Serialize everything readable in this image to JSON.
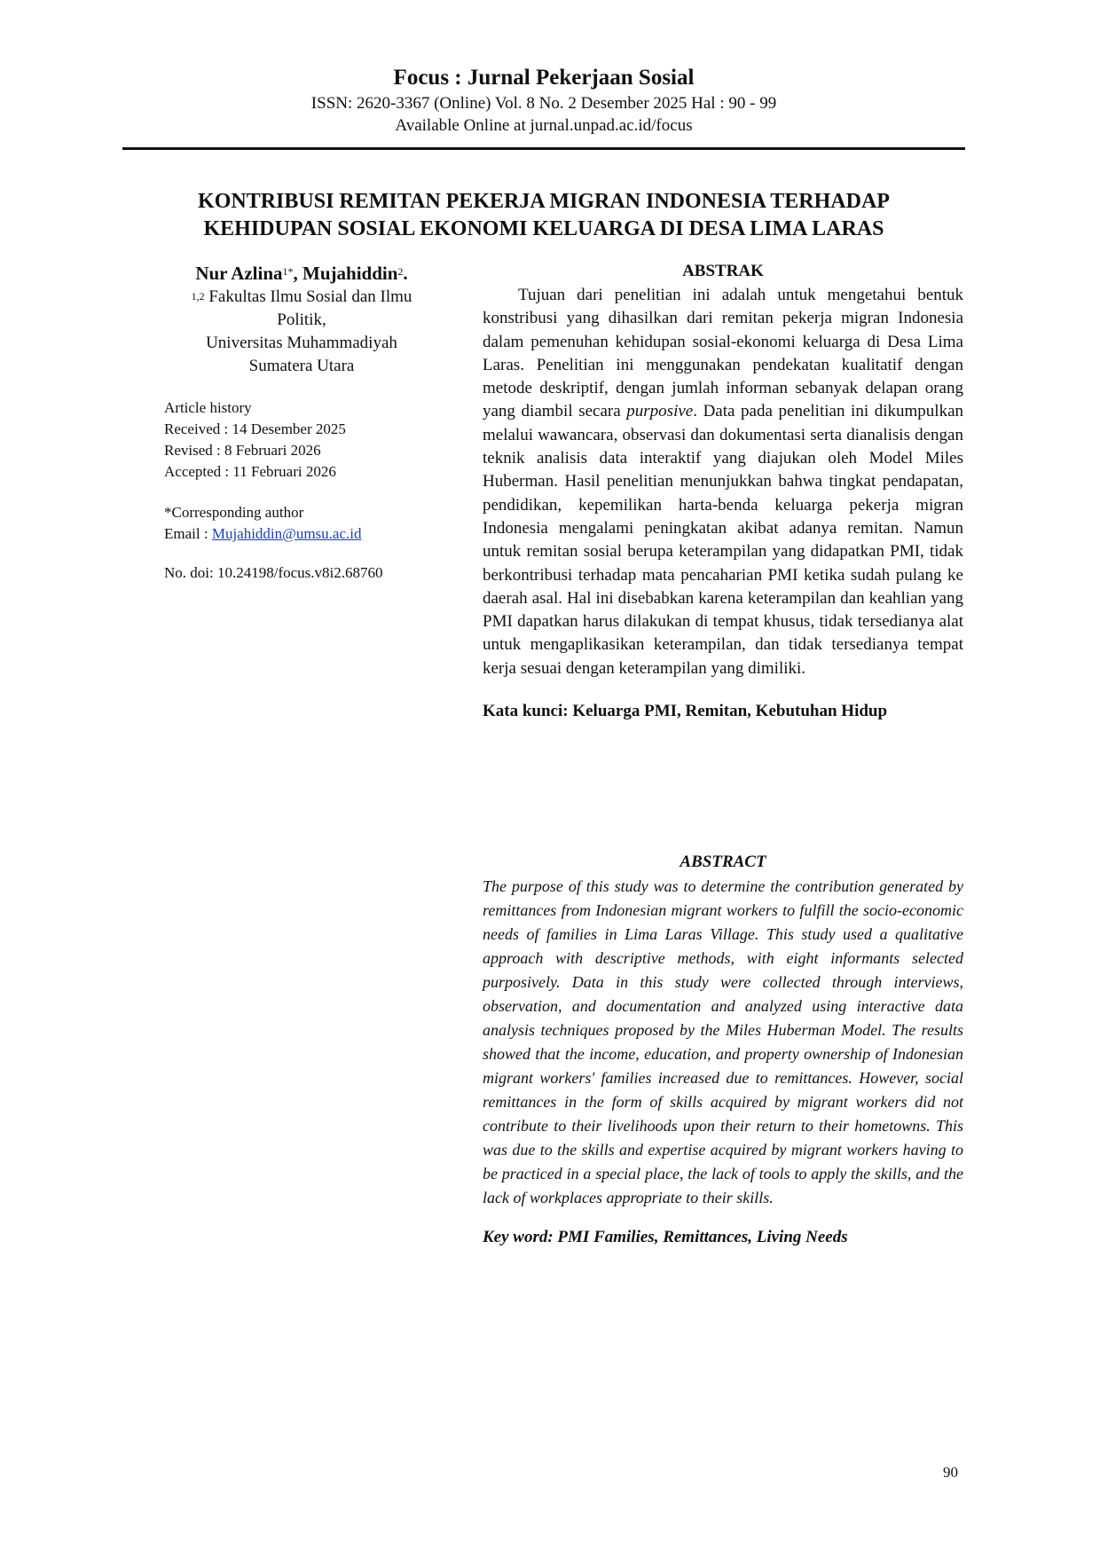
{
  "header": {
    "journal": "Focus : Jurnal Pekerjaan Sosial",
    "issn": "ISSN: 2620-3367 (Online) Vol. 8 No. 2 Desember 2025 Hal : 90 - 99",
    "available": "Available Online at jurnal.unpad.ac.id/focus"
  },
  "title": {
    "line1": "KONTRIBUSI REMITAN PEKERJA MIGRAN INDONESIA TERHADAP",
    "line2": "KEHIDUPAN SOSIAL EKONOMI KELUARGA DI DESA LIMA LARAS"
  },
  "authors": {
    "name1": "Nur Azlina",
    "sup1": "1*",
    "sep": ", ",
    "name2": "Mujahiddin",
    "sup2": "2",
    "end": "."
  },
  "affiliation": {
    "sup": "1,2",
    "line1": " Fakultas Ilmu Sosial dan Ilmu",
    "line2": "Politik,",
    "line3": "Universitas Muhammadiyah",
    "line4": "Sumatera Utara"
  },
  "history": {
    "label": "Article history",
    "received": "Received :  14 Desember 2025",
    "revised": "Revised : 8 Februari 2026",
    "accepted": "Accepted : 11 Februari 2026"
  },
  "correspondence": {
    "label": "*Corresponding author",
    "email_label": "Email : ",
    "email": "Mujahiddin@umsu.ac.id"
  },
  "doi": "No. doi: 10.24198/focus.v8i2.68760",
  "abstrak": {
    "heading": "ABSTRAK",
    "text_before": "Tujuan dari penelitian ini adalah untuk mengetahui bentuk konstribusi yang dihasilkan dari remitan pekerja migran Indonesia dalam pemenuhan kehidupan sosial-ekonomi keluarga di Desa Lima Laras. Penelitian ini menggunakan pendekatan kualitatif dengan metode deskriptif, dengan jumlah informan sebanyak delapan orang yang diambil secara ",
    "text_italic": "purposive",
    "text_after": ". Data pada penelitian ini dikumpulkan melalui wawancara, observasi dan dokumentasi serta dianalisis dengan teknik analisis data interaktif yang diajukan oleh Model Miles Huberman. Hasil penelitian menunjukkan bahwa tingkat pendapatan, pendidikan, kepemilikan harta-benda keluarga pekerja migran Indonesia mengalami peningkatan akibat adanya remitan. Namun untuk remitan sosial berupa keterampilan yang didapatkan PMI, tidak berkontribusi terhadap mata pencaharian PMI ketika sudah pulang ke daerah asal. Hal ini disebabkan karena keterampilan dan keahlian yang PMI dapatkan harus dilakukan di tempat khusus, tidak tersedianya alat untuk mengaplikasikan keterampilan, dan tidak tersedianya tempat kerja sesuai dengan keterampilan yang dimiliki.",
    "keywords": "Kata kunci: Keluarga PMI, Remitan, Kebutuhan Hidup"
  },
  "abstract": {
    "heading": "ABSTRACT",
    "text": "The purpose of this study was to determine the contribution generated by remittances from Indonesian migrant workers to fulfill the socio-economic needs of families in Lima Laras Village. This study used a qualitative approach with descriptive methods, with eight informants selected purposively. Data in this study were collected through interviews, observation, and documentation and analyzed using interactive data analysis techniques proposed by the Miles Huberman Model. The results showed that the income, education, and property ownership of Indonesian migrant workers' families increased due to remittances. However, social remittances in the form of skills acquired by migrant workers did not contribute to their livelihoods upon their return to their hometowns. This was due to the skills and expertise acquired by migrant workers having to be practiced in a special place, the lack of tools to apply the skills, and the lack of workplaces appropriate to their skills.",
    "keywords": "Key word: PMI Families, Remittances, Living Needs"
  },
  "page_number": "90"
}
